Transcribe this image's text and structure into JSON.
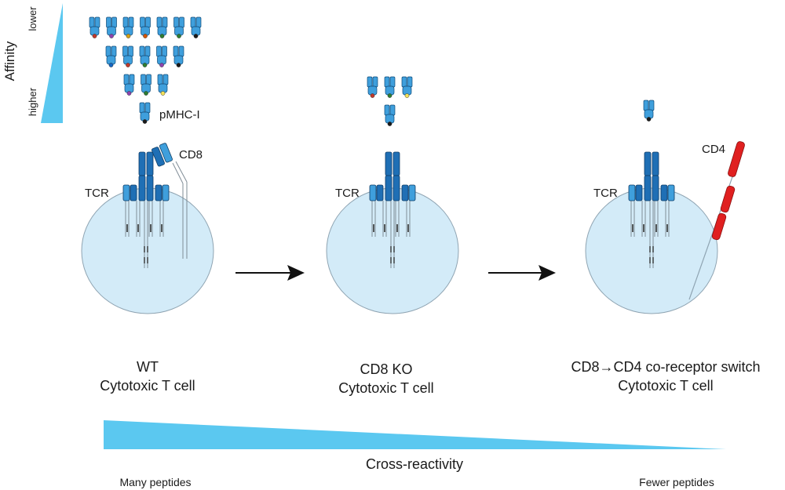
{
  "affinity": {
    "title": "Affinity",
    "lower_label": "lower",
    "higher_label": "higher",
    "gradient_color": "#5bc8f0"
  },
  "pmhc_label": "pMHC-I",
  "pmhc_rows": [
    [
      "#c0392b",
      "#8e44ad",
      "#d4a017",
      "#d35400",
      "#2e7d32",
      "#2e7d32",
      "#1a1a1a"
    ],
    [
      "#1565c0",
      "#c0392b",
      "#2e7d32",
      "#8e44ad",
      "#1a1a1a"
    ],
    [
      "#8e44ad",
      "#2e7d32",
      "#f1e05a"
    ],
    [
      "#1a1a1a"
    ]
  ],
  "labels": {
    "tcr": "TCR",
    "cd8": "CD8",
    "cd4": "CD4"
  },
  "cells": [
    {
      "line1": "WT",
      "line2": "Cytotoxic T cell"
    },
    {
      "line1": "CD8 KO",
      "line2": "Cytotoxic T cell"
    },
    {
      "line1": "CD8→CD4 co-receptor switch",
      "line2": "Cytotoxic T cell"
    }
  ],
  "peptide_panel_2": [
    "#c0392b",
    "#2e7d32",
    "#f1e05a",
    "#1a1a1a"
  ],
  "peptide_panel_3": [
    "#1a1a1a"
  ],
  "cross_reactivity": {
    "title": "Cross-reactivity",
    "left_label": "Many peptides",
    "right_label": "Fewer peptides",
    "color": "#5bc8f0"
  },
  "colors": {
    "cell_fill": "#d3ebf8",
    "cell_stroke": "#8fa4b2",
    "receptor_blue": "#1f6fb5",
    "receptor_light": "#3f9fdc",
    "cd4_red": "#e02020"
  }
}
